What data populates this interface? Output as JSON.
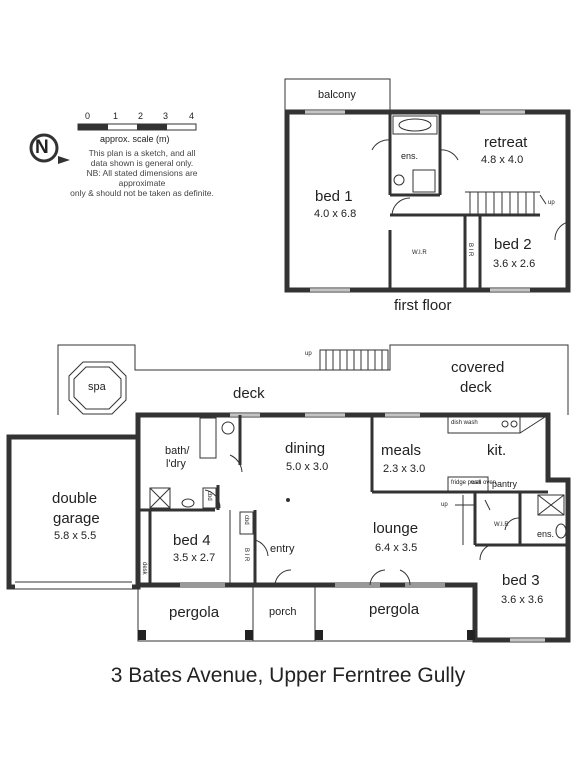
{
  "compass": {
    "letter": "N"
  },
  "scale": {
    "ticks": [
      "0",
      "1",
      "2",
      "3",
      "4"
    ],
    "caption": "approx. scale (m)"
  },
  "notes": {
    "line1": "This plan is a sketch, and all",
    "line2": "data shown is general only.",
    "line3": "NB: All stated dimensions are approximate",
    "line4": "only & should not be taken as definite."
  },
  "first_floor": {
    "balcony": "balcony",
    "bed1": {
      "name": "bed 1",
      "dims": "4.0 x 6.8"
    },
    "ens": "ens.",
    "retreat": {
      "name": "retreat",
      "dims": "4.8 x 4.0"
    },
    "wir": "W.I.R",
    "bir": "B I R",
    "bed2": {
      "name": "bed 2",
      "dims": "3.6 x 2.6"
    },
    "up": "up",
    "floor_label": "first floor"
  },
  "ground_floor": {
    "spa": "spa",
    "deck": "deck",
    "covered_deck": {
      "line1": "covered",
      "line2": "deck"
    },
    "up_deck": "up",
    "double_garage": {
      "line1": "double",
      "line2": "garage",
      "dims": "5.8 x 5.5"
    },
    "desk": "desk",
    "bath_ldry": {
      "line1": "bath/",
      "line2": "l'dry"
    },
    "dining": {
      "name": "dining",
      "dims": "5.0 x 3.0"
    },
    "meals": {
      "name": "meals",
      "dims": "2.3 x 3.0"
    },
    "kit": "kit.",
    "dish_wash": "dish wash",
    "fridge_posn": "fridge posn",
    "wall_oven": "wall oven",
    "pantry": "pantry",
    "bed4": {
      "name": "bed 4",
      "dims": "3.5 x 2.7"
    },
    "cbd1": "cbd",
    "cbd2": "cbd",
    "bir": "B I R",
    "entry": "entry",
    "lounge": {
      "name": "lounge",
      "dims": "6.4 x 3.5"
    },
    "up": "up",
    "wir": "W.I.R",
    "ens": "ens.",
    "bed3": {
      "name": "bed 3",
      "dims": "3.6 x 3.6"
    },
    "pergola_left": "pergola",
    "porch": "porch",
    "pergola_right": "pergola"
  },
  "address": "3 Bates Avenue, Upper Ferntree Gully"
}
